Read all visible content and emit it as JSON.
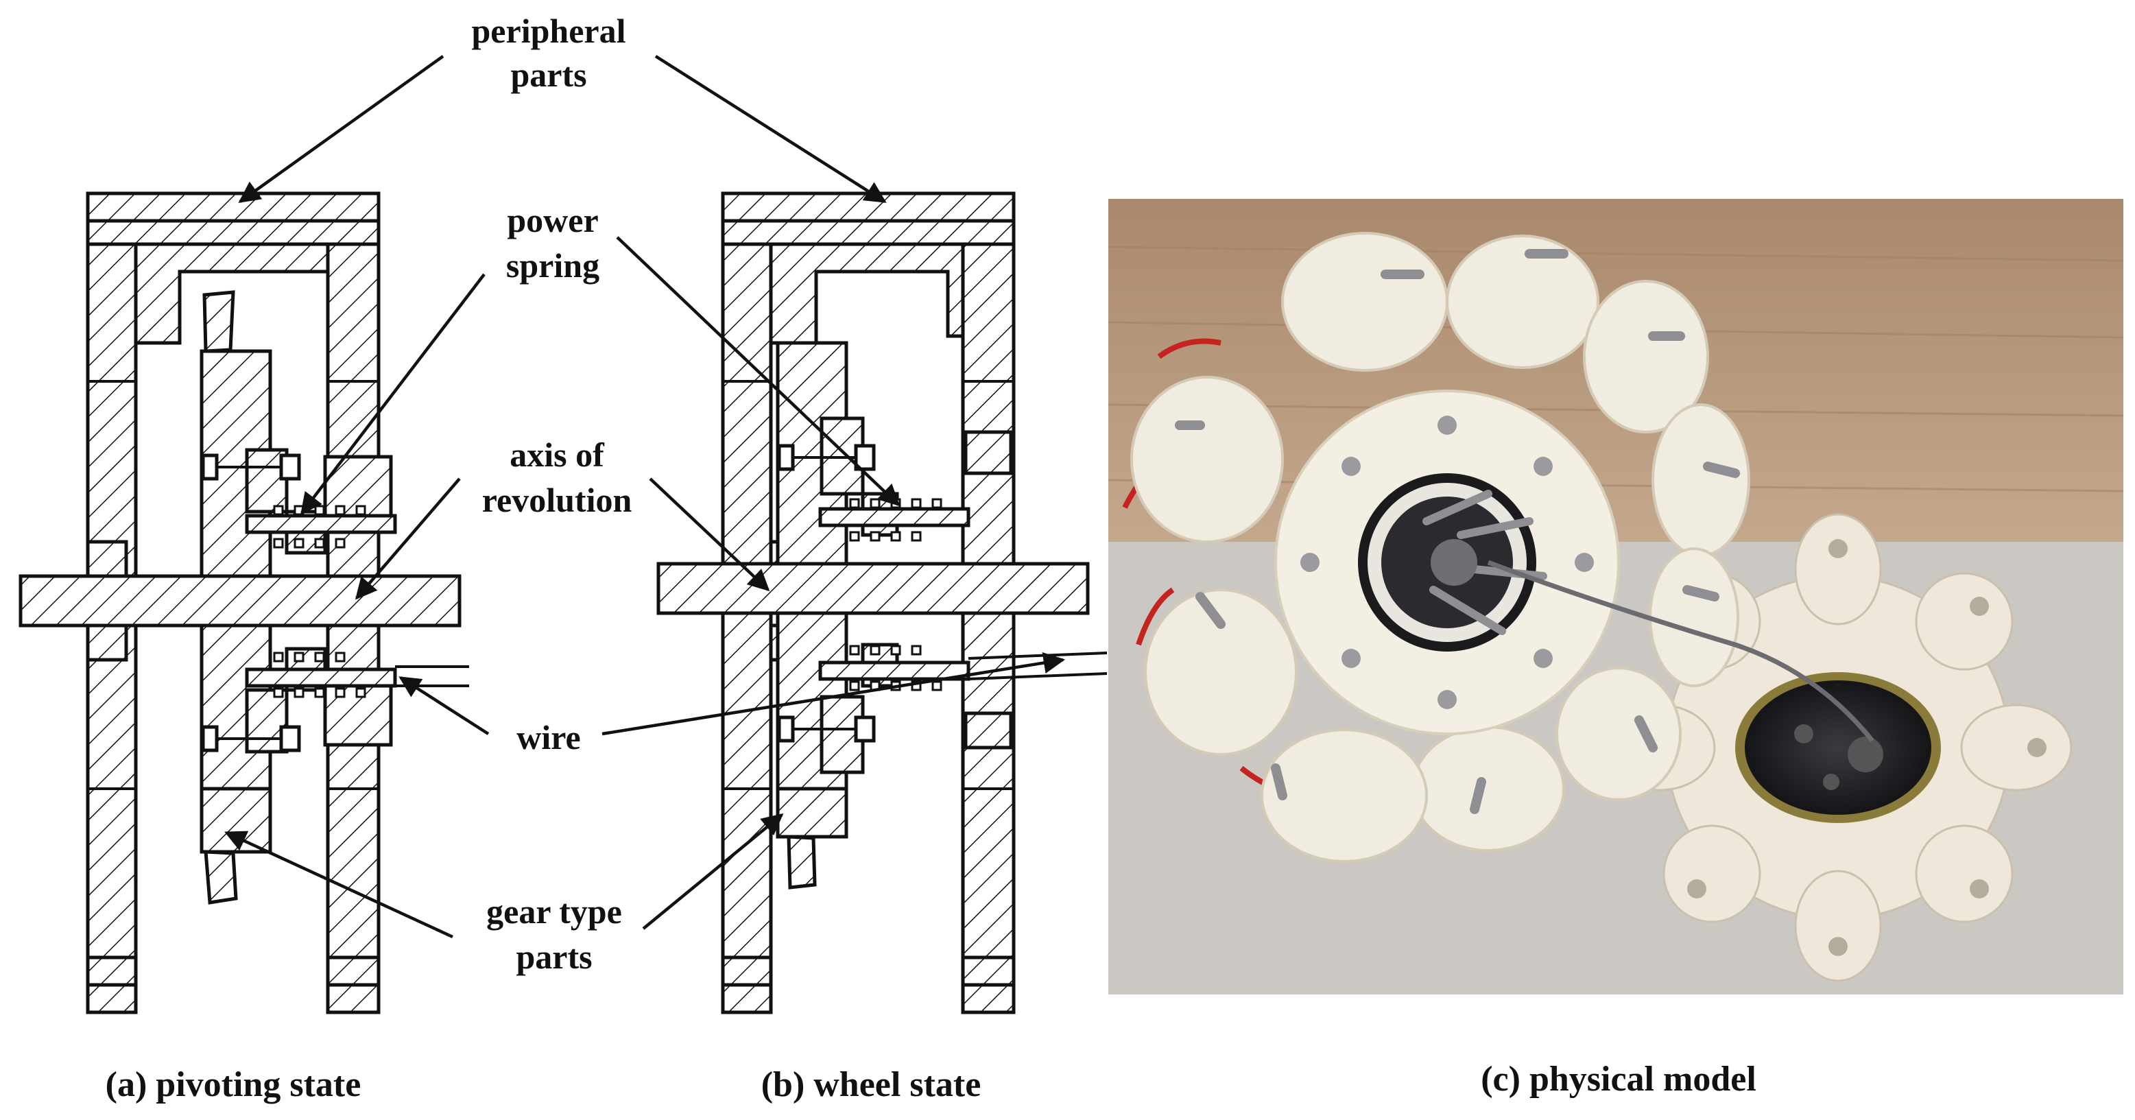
{
  "labels": {
    "peripheral_line1": "peripheral",
    "peripheral_line2": "parts",
    "power_line1": "power",
    "power_line2": "spring",
    "axis_line1": "axis of",
    "axis_line2": "revolution",
    "wire": "wire",
    "gear_line1": "gear type",
    "gear_line2": "parts"
  },
  "captions": {
    "a": "(a) pivoting state",
    "b": "(b) wheel state",
    "c": "(c) physical model"
  },
  "colors": {
    "line": "#111111",
    "photo_wall": "#b89b7f",
    "photo_table": "#c9c6c1",
    "part_white": "#efe9dc",
    "red_band": "#c4231f",
    "hub_dark": "#1e1e22",
    "metal": "#8e8e93"
  }
}
